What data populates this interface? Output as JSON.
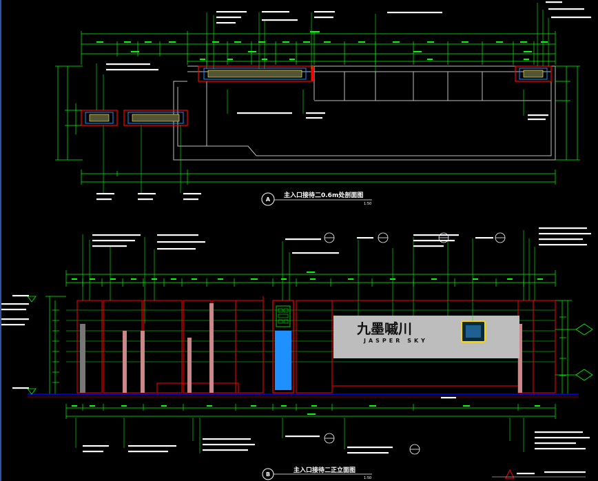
{
  "drawing": {
    "plan_title": "主入口接待二0.6m处剖面图",
    "plan_bubble": "A",
    "plan_scale": "1:50",
    "elevation_title": "主入口接待二正立面图",
    "elevation_bubble": "B",
    "elevation_scale": "1:50",
    "sign_cn": "九墨嘁川",
    "sign_en": "JASPER SKY"
  },
  "colors": {
    "background": "#000000",
    "dimension": "#00ff00",
    "outline": "#ff0000",
    "wall": "#c0c0c0",
    "leader": "#00ff00",
    "water": "#1e90ff",
    "sign_panel": "#bdbdbd",
    "highlight": "#ffd700",
    "ground": "#0000ff"
  }
}
